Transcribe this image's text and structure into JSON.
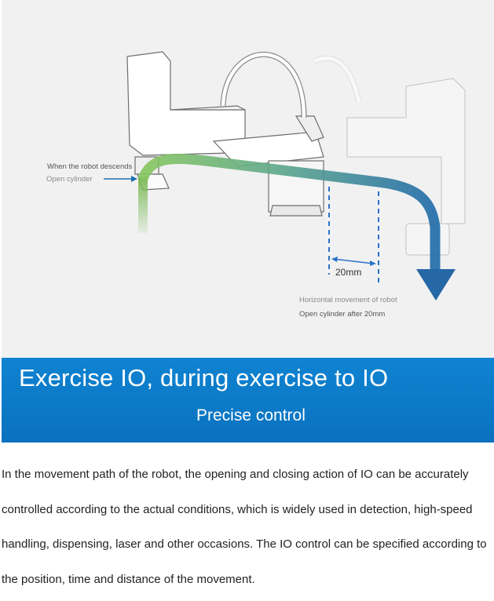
{
  "illustration": {
    "annotations": {
      "descend": "When the robot descends",
      "open_cylinder": "Open cylinder",
      "dimension": "20mm",
      "horizontal": "Horizontal movement of robot",
      "open_after": "Open cylinder after 20mm"
    },
    "colors": {
      "path_green": "#7dbb5a",
      "path_blue": "#1f6fb0",
      "dash_blue": "#2a72c7"
    }
  },
  "banner": {
    "title": "Exercise IO, during exercise to IO",
    "subtitle": "Precise control",
    "background": "#0b78c8"
  },
  "description": {
    "text": "In the movement path of the robot, the opening and closing action of IO can be ac­curately controlled according to the actual conditions, which is widely used in de­tection, high-speed handling, dispensing, laser and other occasions. The IO control can be specified according to the position, time and distance of the movement."
  }
}
